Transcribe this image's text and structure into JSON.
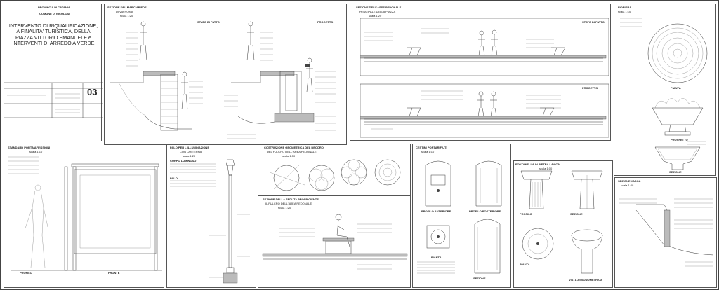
{
  "title_block": {
    "province": "PROVINCIA DI CATANIA",
    "municipality": "COMUNE DI NICOLOSI",
    "project_title": "INTERVENTO DI RIQUALIFICAZIONE, A FINALITA' TURISTICA, DELLA PIAZZA VITTORIO EMANUELE e INTERVENTI DI ARREDO A VERDE",
    "sheet_number": "03"
  },
  "panels": {
    "marciapiede": {
      "title": "SEZIONE DEL MARCIAPIEDE",
      "subtitle": "DI VIA ROMA",
      "scale": "scala 1:20",
      "label_existing": "STATO DI FATTO",
      "label_project": "PROGETTO"
    },
    "viale": {
      "title": "SEZIONE DELL'ASSE PEDONALE",
      "subtitle": "PRINCIPALE DELLA PIAZZA",
      "scale": "scala 1:20",
      "label_existing": "STATO DI FATTO",
      "label_project": "PROGETTO"
    },
    "fioriera": {
      "title": "FIORIERA",
      "scale": "scala 1:10",
      "label_plan": "PIANTA",
      "label_view": "PROSPETTO",
      "label_section": "SEZIONE"
    },
    "affissioni": {
      "title": "STANDARD PORTA AFFISSIONI",
      "scale": "scala 1:10",
      "label_profile": "PROFILO",
      "label_front": "FRONTE"
    },
    "palo": {
      "title": "PALO PER L'ILLUMINAZIONE",
      "subtitle": "CON LANTERNA",
      "scale": "scala 1:20",
      "label_body": "CORPO LUMINOSO",
      "label_pole": "PALO"
    },
    "decoro": {
      "title": "COSTRUZIONE GEOMETRICA DEL DECORO",
      "subtitle": "DEL FULCRO DELL'AREA PEDONALE",
      "scale": "scala 1:50"
    },
    "seduta": {
      "title": "SEZIONE DELLA SEDUTA PROSPICIENTE",
      "subtitle": "IL FULCRO DELL'AREA PEDONALE",
      "scale": "scala 1:20"
    },
    "cestini": {
      "title": "CESTINI PORTARIFIUTI",
      "scale": "scala 1:10",
      "label_front": "PROFILO ANTERIORE",
      "label_back": "PROFILO POSTERIORE",
      "label_plan": "PIANTA",
      "label_section": "SEZIONE"
    },
    "fontanella": {
      "title": "FONTANELLA IN PIETRA LAVICA",
      "scale": "scala 1:10",
      "label_profile": "PROFILO",
      "label_section": "SEZIONE",
      "label_plan": "PIANTA",
      "label_axon": "VISTA ASSONOMETRICA"
    },
    "vasca": {
      "title": "SEZIONE VASCA",
      "scale": "scala 1:20"
    }
  }
}
